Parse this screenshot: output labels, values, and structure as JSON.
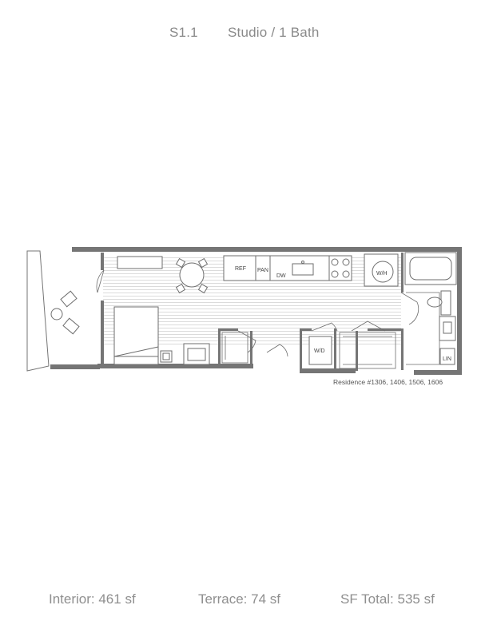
{
  "header": {
    "unit": "S1.1",
    "type": "Studio / 1 Bath"
  },
  "plan": {
    "labels": {
      "ref": "REF",
      "pan": "PAN",
      "dw": "DW",
      "wh": "W/H",
      "wd": "W/D",
      "lin": "LIN"
    },
    "residence": "Residence #1306, 1406, 1506, 1606",
    "colors": {
      "wall": "#757575",
      "line": "#6e6e6e",
      "floor_hatch": "#cccccc"
    }
  },
  "footer": {
    "interior": "Interior: 461 sf",
    "terrace": "Terrace: 74 sf",
    "total": "SF Total: 535 sf"
  }
}
